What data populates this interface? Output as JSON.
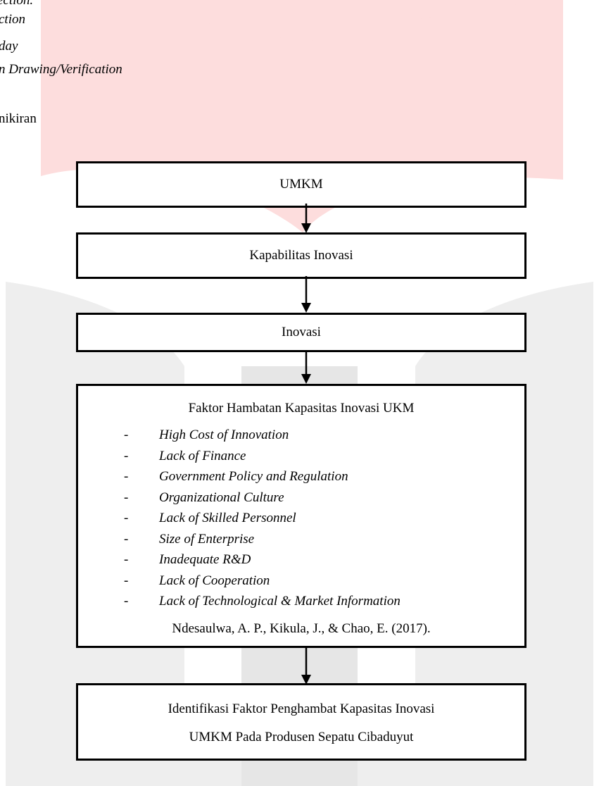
{
  "header_lines": [
    "ection.",
    "ction",
    "day",
    "n Drawing/Verification",
    "nikiran"
  ],
  "boxes": {
    "umkm": "UMKM",
    "kapabilitas": "Kapabilitas Inovasi",
    "inovasi": "Inovasi"
  },
  "faktor": {
    "title": "Faktor Hambatan Kapasitas Inovasi UKM",
    "dash": "-",
    "items": [
      "High Cost of Innovation",
      "Lack of Finance",
      "Government Policy and Regulation",
      "Organizational Culture",
      "Lack of Skilled Personnel",
      "Size of Enterprise",
      "Inadequate R&D",
      "Lack of Cooperation",
      "Lack of Technological & Market Information"
    ],
    "citation": "Ndesaulwa, A. P., Kikula, J., & Chao, E. (2017)."
  },
  "identifikasi": {
    "line1": "Identifikasi Faktor Penghambat Kapasitas Inovasi",
    "line2": "UMKM Pada Produsen Sepatu Cibaduyut"
  },
  "colors": {
    "watermark_red": "#fddddd",
    "watermark_gray": "#eeeeee",
    "border": "#000000"
  }
}
